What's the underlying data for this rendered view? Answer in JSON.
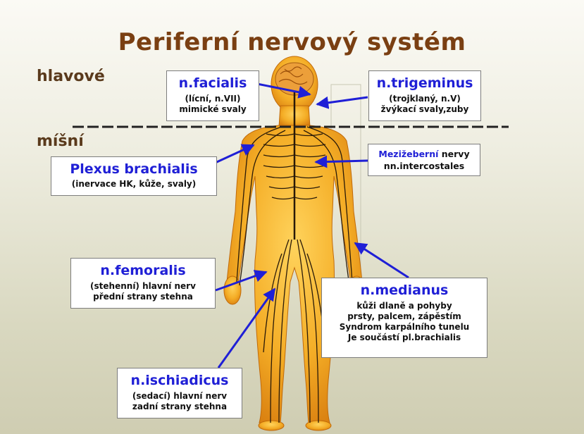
{
  "title": "Periferní nervový systém",
  "sections": {
    "cranial": "hlavové",
    "spinal": "míšní"
  },
  "labels": {
    "facialis": {
      "heading": "n.facialis",
      "lines": [
        "(lícní, n.VII)",
        "mimické svaly"
      ]
    },
    "trigeminus": {
      "heading": "n.trigeminus",
      "lines": [
        "(trojklaný, n.V)",
        "žvýkací svaly,zuby"
      ]
    },
    "plexus": {
      "heading": "Plexus brachialis",
      "lines": [
        "(inervace HK, kůže, svaly)"
      ]
    },
    "intercostal": {
      "heading": "Mezižeberní",
      "heading_rest": " nervy",
      "lines": [
        "nn.intercostales"
      ]
    },
    "femoralis": {
      "heading": "n.femoralis",
      "lines": [
        "(stehenní) hlavní nerv",
        "přední strany stehna"
      ]
    },
    "medianus": {
      "heading": "n.medianus",
      "lines": [
        "kůži dlaně a pohyby",
        "prsty, palcem, zápěstím",
        "Syndrom karpálního tunelu",
        "Je součástí pl.brachialis"
      ]
    },
    "ischiadicus": {
      "heading": "n.ischiadicus",
      "lines": [
        "(sedací) hlavní nerv",
        "zadní strany stehna"
      ]
    }
  },
  "colors": {
    "title": "#7a3f12",
    "heading": "#1f1fd6",
    "arrow": "#1f1fd6",
    "body": "#f3b22b",
    "nerve": "#2a1a08",
    "brain": "#e6a23a"
  }
}
